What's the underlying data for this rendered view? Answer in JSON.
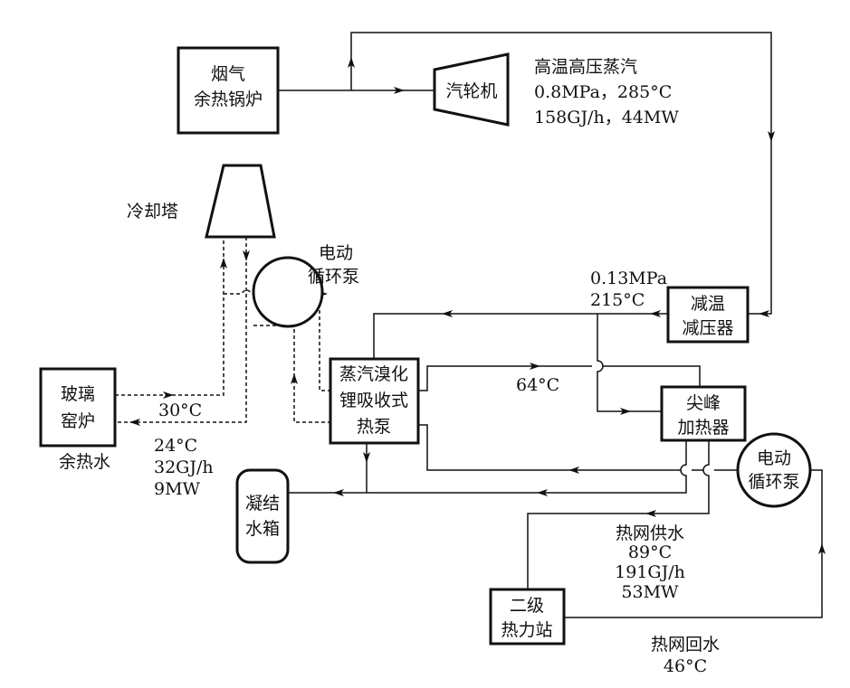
{
  "components": {
    "boiler": [
      "烟气",
      "余热锅炉"
    ],
    "turbine": "汽轮机",
    "cooling_tower": "冷却塔",
    "pump1": [
      "电动",
      "循环泵"
    ],
    "reducer": [
      "减温",
      "减压器"
    ],
    "heat_pump": [
      "蒸汽溴化",
      "锂吸收式",
      "热泵"
    ],
    "peak_heater": [
      "尖峰",
      "加热器"
    ],
    "pump2": [
      "电动",
      "循环泵"
    ],
    "glass_furnace": [
      "玻璃",
      "窑炉"
    ],
    "glass_furnace_caption": "余热水",
    "condensate_tank": [
      "凝结",
      "水箱"
    ],
    "substation": [
      "二级",
      "热力站"
    ]
  },
  "labels": {
    "steam": [
      "高温高压蒸汽",
      "0.8MPa，285°C",
      "158GJ/h，44MW"
    ],
    "reduced_steam": [
      "0.13MPa",
      "215°C"
    ],
    "t64": "64°C",
    "t30": "30°C",
    "waste_water": [
      "24°C",
      "32GJ/h",
      "9MW"
    ],
    "supply": [
      "热网供水",
      "89°C",
      "191GJ/h",
      "53MW"
    ],
    "return": [
      "热网回水",
      "46°C"
    ]
  }
}
